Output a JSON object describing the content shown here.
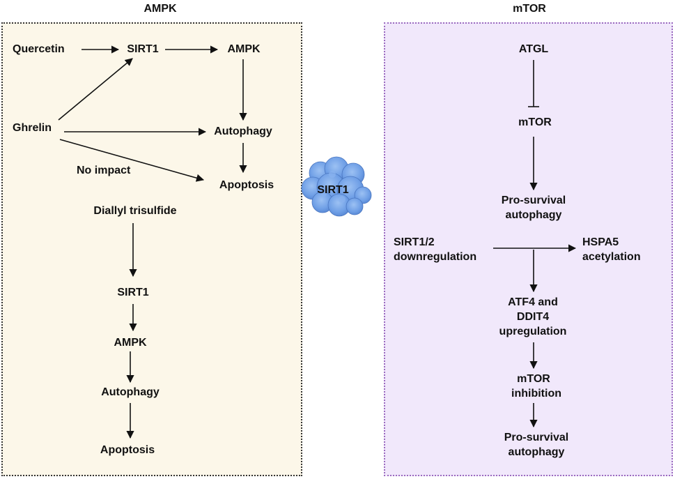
{
  "colors": {
    "ampk_panel_bg": "#fcf7e9",
    "mtor_panel_bg": "#f1e8fb",
    "mtor_panel_border": "#9b6bbf",
    "sirt1_protein": "#6f9fe6",
    "arrow": "#111111"
  },
  "ampk_panel": {
    "title": "AMPK",
    "nodes": {
      "quercetin": "Quercetin",
      "sirt1_top": "SIRT1",
      "ampk_top": "AMPK",
      "ghrelin": "Ghrelin",
      "autophagy_top": "Autophagy",
      "no_impact": "No impact",
      "apoptosis_top": "Apoptosis",
      "diallyl_trisulfide": "Diallyl trisulfide",
      "sirt1_bottom": "SIRT1",
      "ampk_bottom": "AMPK",
      "autophagy_bottom": "Autophagy",
      "apoptosis_bottom": "Apoptosis"
    }
  },
  "center": {
    "protein_label": "SIRT1",
    "protein_icon": "protein-blob-icon"
  },
  "mtor_panel": {
    "title": "mTOR",
    "nodes": {
      "atgl": "ATGL",
      "mtor": "mTOR",
      "pro_survival_1_line1": "Pro-survival",
      "pro_survival_1_line2": "autophagy",
      "sirt12_line1": "SIRT1/2",
      "sirt12_line2": "downregulation",
      "hspa5_line1": "HSPA5",
      "hspa5_line2": "acetylation",
      "atf4_line1": "ATF4 and",
      "atf4_line2": "DDIT4",
      "atf4_line3": "upregulation",
      "mtor_inhib_line1": "mTOR",
      "mtor_inhib_line2": "inhibition",
      "pro_survival_2_line1": "Pro-survival",
      "pro_survival_2_line2": "autophagy"
    }
  }
}
